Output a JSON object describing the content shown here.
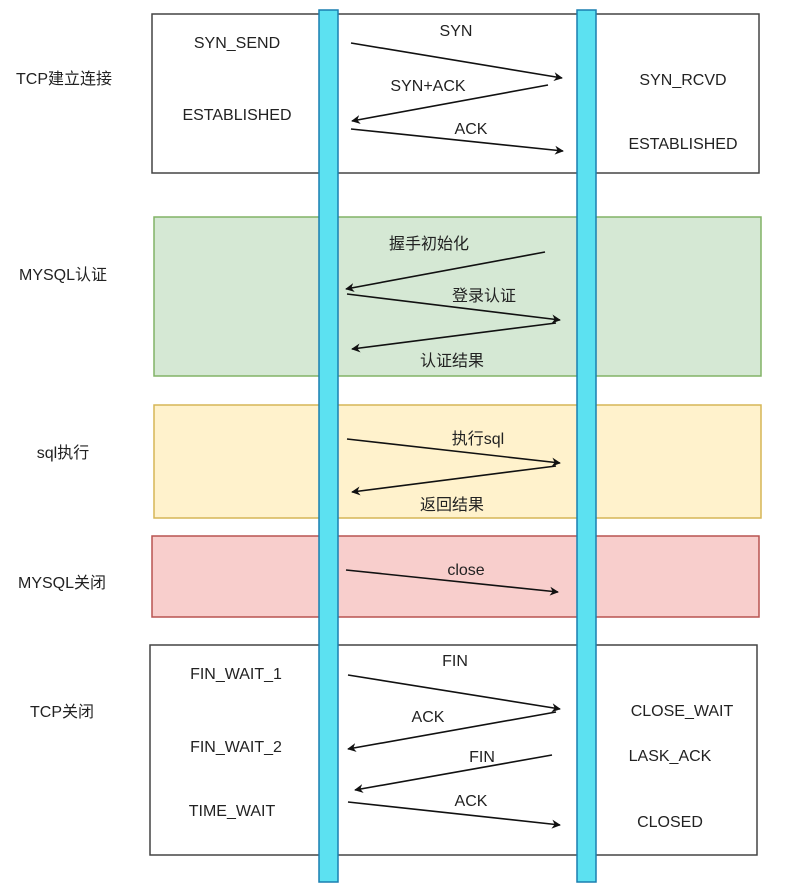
{
  "colors": {
    "lifeline_fill": "#5ce1f1",
    "lifeline_stroke": "#1a7fb0",
    "mysql_auth_fill": "#d5e8d4",
    "mysql_auth_stroke": "#82b366",
    "sql_exec_fill": "#fff2cc",
    "sql_exec_stroke": "#d6b656",
    "mysql_close_fill": "#f8cecc",
    "mysql_close_stroke": "#b85450"
  },
  "sections": {
    "tcp_connect": {
      "title": "TCP建立连接",
      "client_states": [
        "SYN_SEND",
        "ESTABLISHED"
      ],
      "server_states": [
        "SYN_RCVD",
        "ESTABLISHED"
      ],
      "messages": [
        "SYN",
        "SYN+ACK",
        "ACK"
      ]
    },
    "mysql_auth": {
      "title": "MYSQL认证",
      "messages": [
        "握手初始化",
        "登录认证",
        "认证结果"
      ]
    },
    "sql_exec": {
      "title": "sql执行",
      "messages": [
        "执行sql",
        "返回结果"
      ]
    },
    "mysql_close": {
      "title": "MYSQL关闭",
      "messages": [
        "close"
      ]
    },
    "tcp_close": {
      "title": "TCP关闭",
      "client_states": [
        "FIN_WAIT_1",
        "FIN_WAIT_2",
        "TIME_WAIT"
      ],
      "server_states": [
        "CLOSE_WAIT",
        "LASK_ACK",
        "CLOSED"
      ],
      "messages": [
        "FIN",
        "ACK",
        "FIN",
        "ACK"
      ]
    }
  }
}
